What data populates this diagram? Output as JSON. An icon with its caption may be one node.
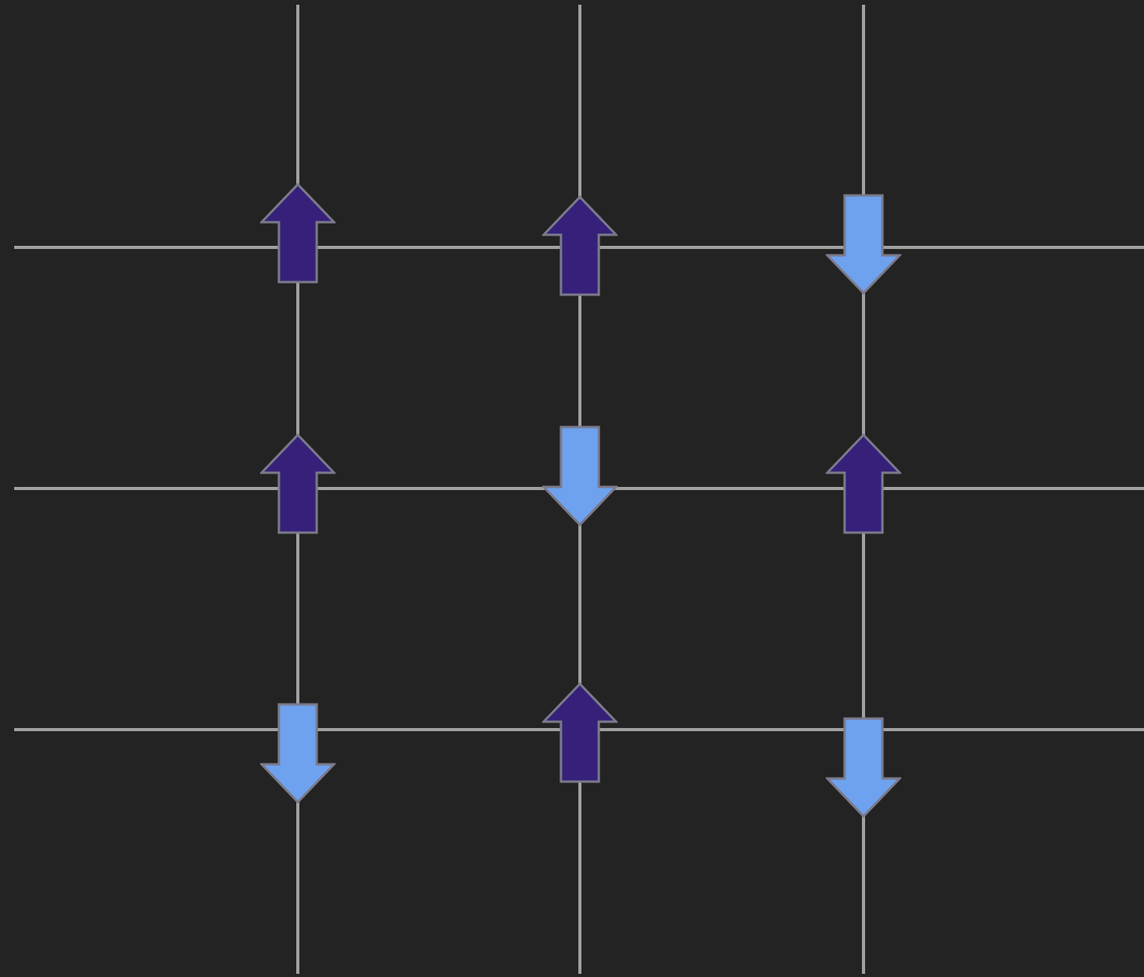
{
  "diagram": {
    "nodes": [
      {
        "text": [],
        "shape": "up-arrow"
      },
      {
        "text": [],
        "shape": "up-arrow"
      },
      {
        "text": [],
        "shape": "down-arrow"
      },
      {
        "text": [],
        "shape": "up-arrow"
      },
      {
        "text": [],
        "shape": "down-arrow"
      },
      {
        "text": [],
        "shape": "up-arrow"
      },
      {
        "text": [],
        "shape": "down-arrow"
      },
      {
        "text": [],
        "shape": "up-arrow"
      },
      {
        "text": [],
        "shape": "down-arrow"
      }
    ]
  }
}
